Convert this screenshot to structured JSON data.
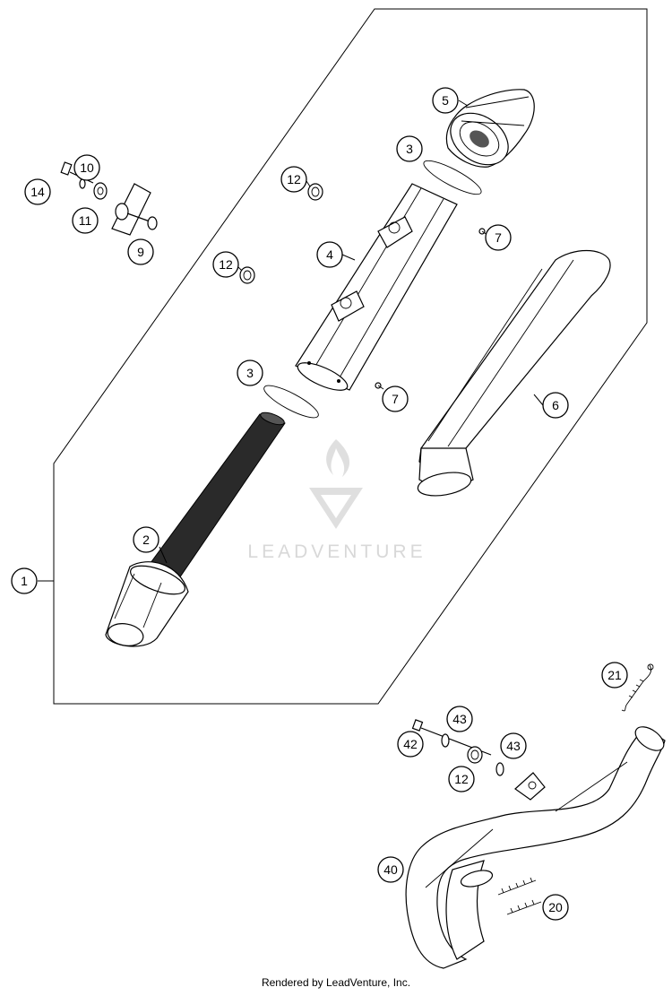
{
  "callouts": {
    "c1": "1",
    "c2": "2",
    "c3a": "3",
    "c3b": "3",
    "c4": "4",
    "c5": "5",
    "c6": "6",
    "c7a": "7",
    "c7b": "7",
    "c9": "9",
    "c10": "10",
    "c11": "11",
    "c12a": "12",
    "c12b": "12",
    "c12c": "12",
    "c14": "14",
    "c20": "20",
    "c21": "21",
    "c40": "40",
    "c42": "42",
    "c43a": "43",
    "c43b": "43"
  },
  "watermark": {
    "brand": "LEADVENTURE"
  },
  "footer": {
    "credit": "Rendered by LeadVenture, Inc."
  },
  "colors": {
    "line": "#000000",
    "watermark": "#d4d4d4",
    "mesh": "#2a2a2a"
  }
}
